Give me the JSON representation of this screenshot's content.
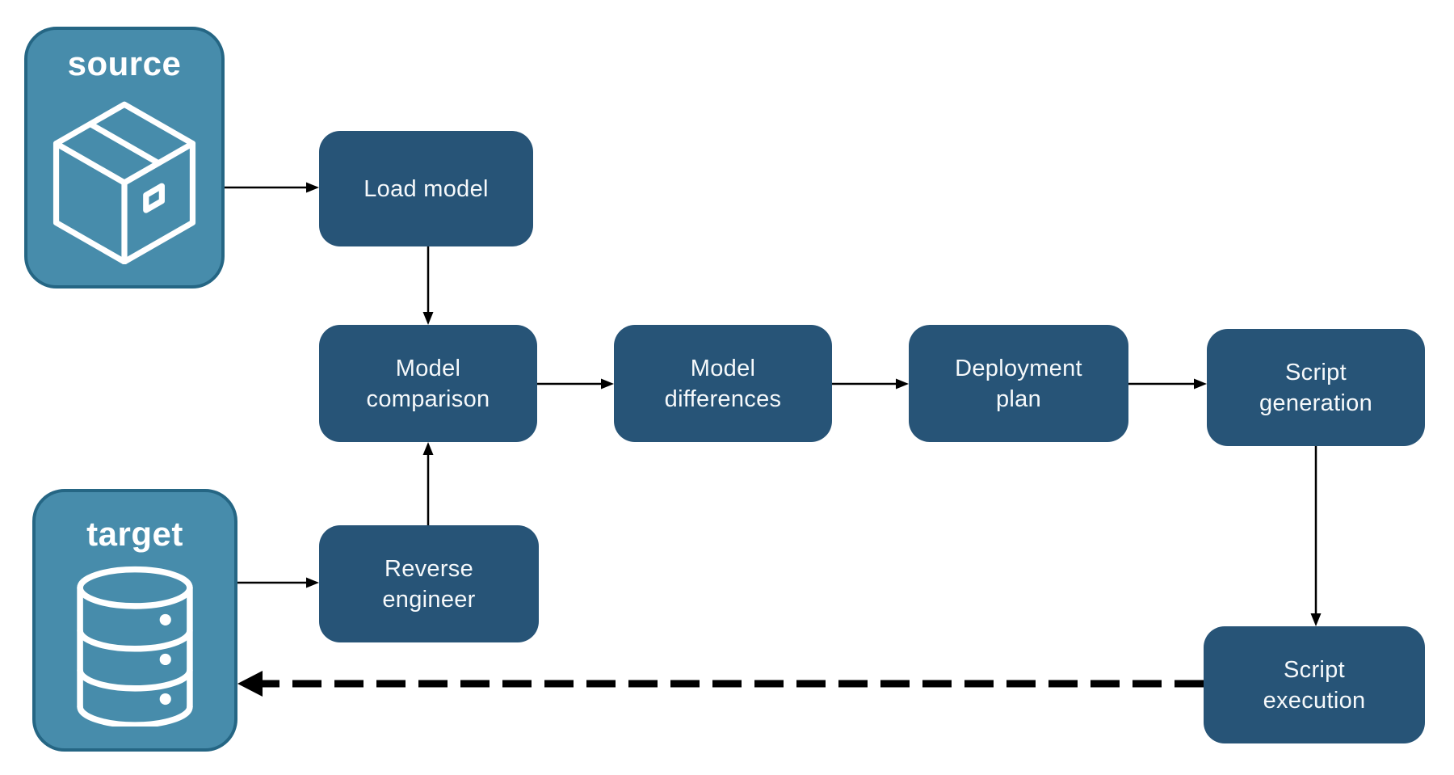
{
  "diagram": {
    "endpoints": {
      "source": {
        "label": "source",
        "icon": "package-icon"
      },
      "target": {
        "label": "target",
        "icon": "database-icon"
      }
    },
    "nodes": [
      {
        "id": "load-model",
        "lines": [
          "Load model",
          ""
        ]
      },
      {
        "id": "model-comparison",
        "lines": [
          "Model",
          "comparison"
        ]
      },
      {
        "id": "model-differences",
        "lines": [
          "Model",
          "differences"
        ]
      },
      {
        "id": "deployment-plan",
        "lines": [
          "Deployment",
          "plan"
        ]
      },
      {
        "id": "script-generation",
        "lines": [
          "Script",
          "generation"
        ]
      },
      {
        "id": "reverse-engineer",
        "lines": [
          "Reverse",
          "engineer"
        ]
      },
      {
        "id": "script-execution",
        "lines": [
          "Script",
          "execution"
        ]
      }
    ],
    "edges": [
      {
        "from": "source",
        "to": "load-model",
        "style": "solid"
      },
      {
        "from": "load-model",
        "to": "model-comparison",
        "style": "solid"
      },
      {
        "from": "model-comparison",
        "to": "model-differences",
        "style": "solid"
      },
      {
        "from": "model-differences",
        "to": "deployment-plan",
        "style": "solid"
      },
      {
        "from": "deployment-plan",
        "to": "script-generation",
        "style": "solid"
      },
      {
        "from": "script-generation",
        "to": "script-execution",
        "style": "solid"
      },
      {
        "from": "target",
        "to": "reverse-engineer",
        "style": "solid"
      },
      {
        "from": "reverse-engineer",
        "to": "model-comparison",
        "style": "solid"
      },
      {
        "from": "script-execution",
        "to": "target",
        "style": "dashed"
      }
    ],
    "colors": {
      "node-fill": "#275477",
      "node-text": "#f6f9fb",
      "endpoint-fill": "#478cab",
      "endpoint-border": "#256684",
      "endpoint-text": "#ffffff",
      "arrow": "#000000",
      "background": "#ffffff"
    }
  }
}
